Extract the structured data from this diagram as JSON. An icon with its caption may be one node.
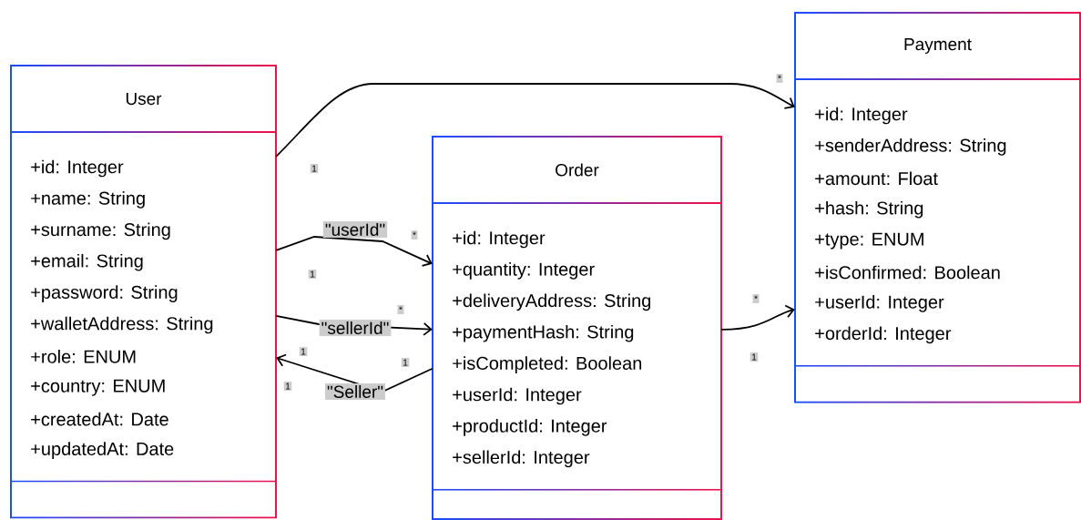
{
  "diagram": {
    "nodes": [
      {
        "text": [
          "User",
          "+id: Integer",
          "+name: String",
          "+surname: String",
          "+email: String",
          "+password: String",
          "+walletAddress: String",
          "+role: ENUM",
          "+country: ENUM",
          "+createdAt: Date",
          "+updatedAt: Date"
        ]
      },
      {
        "text": [
          "Order",
          "+id: Integer",
          "+quantity: Integer",
          "+deliveryAddress: String",
          "+paymentHash: String",
          "+isCompleted: Boolean",
          "+userId: Integer",
          "+productId: Integer",
          "+sellerId: Integer"
        ]
      },
      {
        "text": [
          "Payment",
          "+id: Integer",
          "+senderAddress: String",
          "+amount: Float",
          "+hash: String",
          "+type: ENUM",
          "+isConfirmed: Boolean",
          "+userId: Integer",
          "+orderId: Integer"
        ]
      }
    ],
    "edges": [
      {
        "from": 0,
        "to": 2,
        "arrow": "to"
      },
      {
        "from": 0,
        "to": 1,
        "arrow": "to",
        "label": "\"userId\""
      },
      {
        "from": 0,
        "to": 1,
        "arrow": "to",
        "label": "\"sellerId\""
      },
      {
        "from": 1,
        "to": 0,
        "arrow": "to",
        "label": "\"Seller\""
      },
      {
        "from": 1,
        "to": 2,
        "arrow": "to"
      }
    ],
    "labels": [
      "*",
      "1",
      "*",
      "1",
      "*",
      "*",
      "1",
      "1",
      "1",
      "1"
    ]
  }
}
